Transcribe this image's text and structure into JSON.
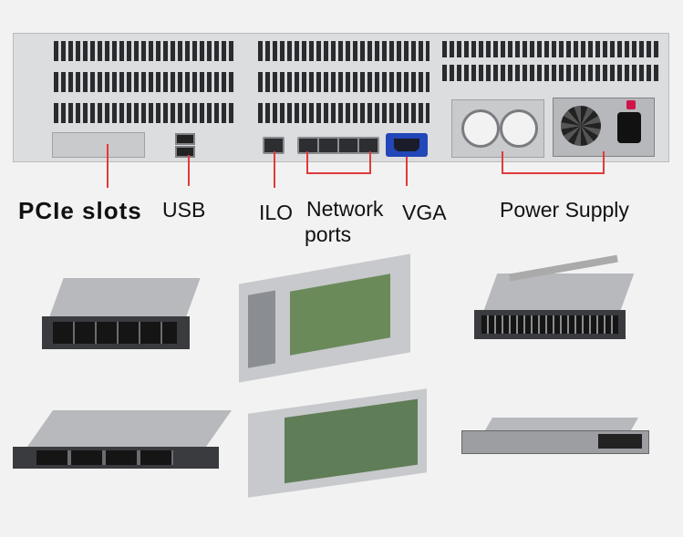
{
  "labels": {
    "pcie": "PCIe slots",
    "usb": "USB",
    "ilo": "ILO",
    "network_line1": "Network",
    "network_line2": "ports",
    "vga": "VGA",
    "power_supply": "Power Supply"
  },
  "colors": {
    "callout_line": "#e03a3a",
    "vga_port": "#2147b8",
    "chassis": "#dcdddf"
  },
  "icons": [
    "server-rear-panel",
    "server-2u-front",
    "server-open-chassis",
    "server-with-rails",
    "server-1u-front",
    "server-open-motherboard",
    "server-1u-rear"
  ]
}
